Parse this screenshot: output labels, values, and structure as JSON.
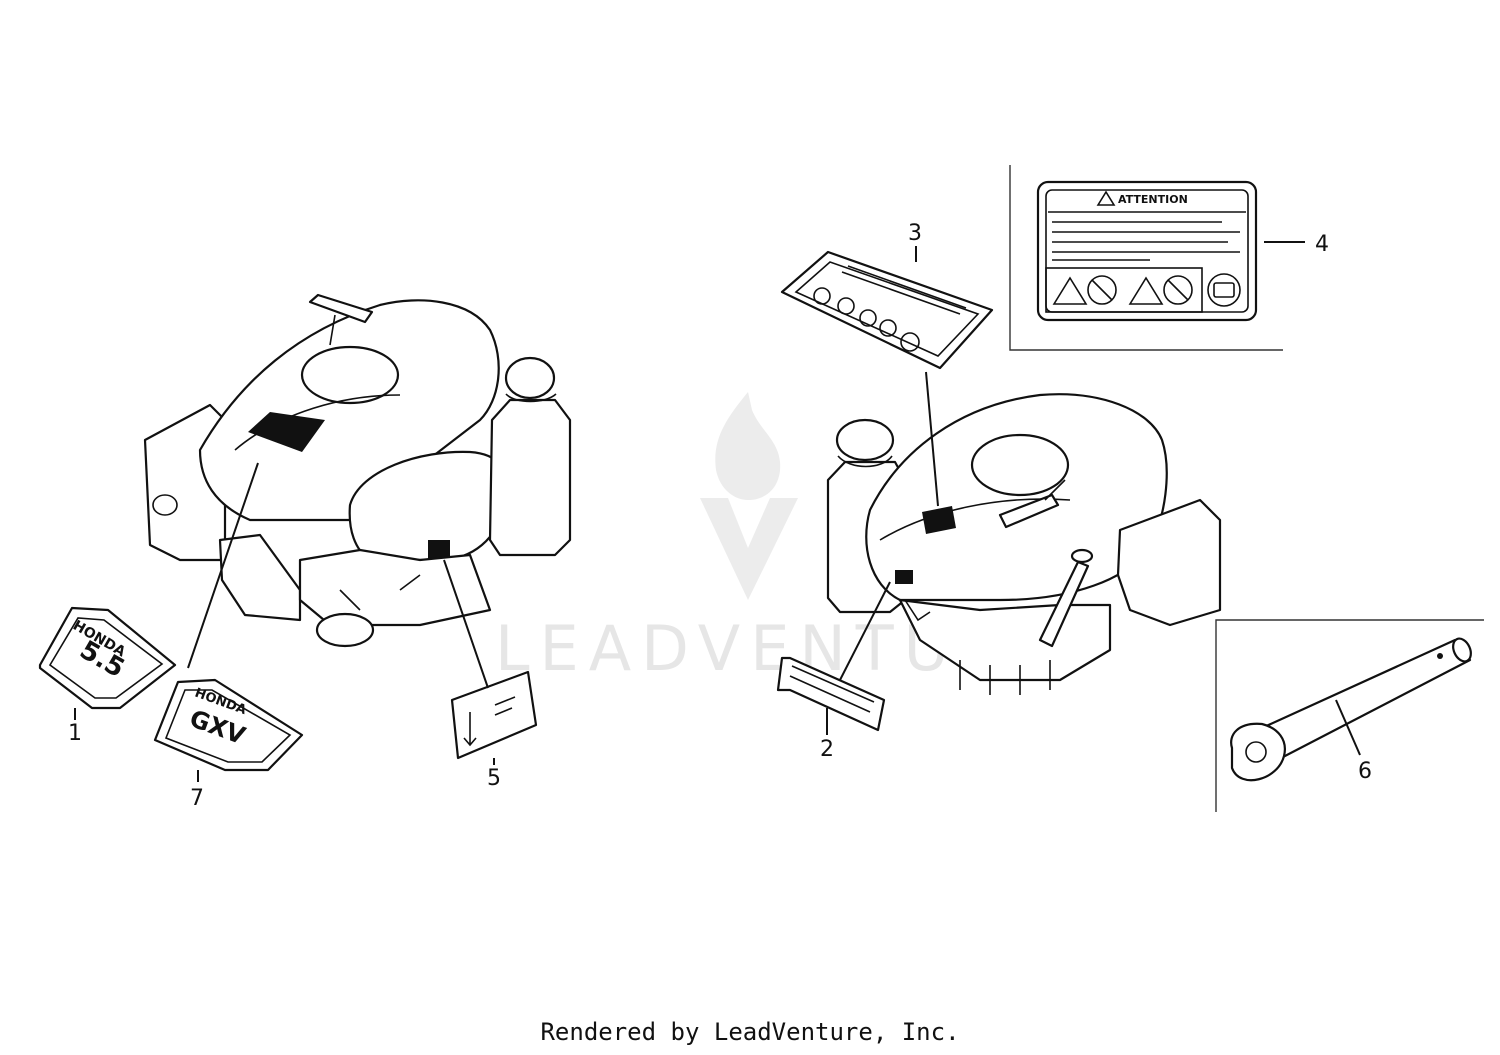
{
  "watermark": {
    "text": "LEADVENTURE"
  },
  "callouts": {
    "c1": "1",
    "c2": "2",
    "c3": "3",
    "c4": "4",
    "c5": "5",
    "c6": "6",
    "c7": "7"
  },
  "decals": {
    "attention_label": "ATTENTION",
    "honda_small": "HONDA",
    "honda_gxv": "HONDA",
    "model_55": "5.5",
    "model_gxv": "GXV"
  },
  "footer": {
    "text": "Rendered by LeadVenture, Inc."
  },
  "colors": {
    "line": "#111111",
    "watermark": "#e6e6e6",
    "background": "#ffffff"
  }
}
